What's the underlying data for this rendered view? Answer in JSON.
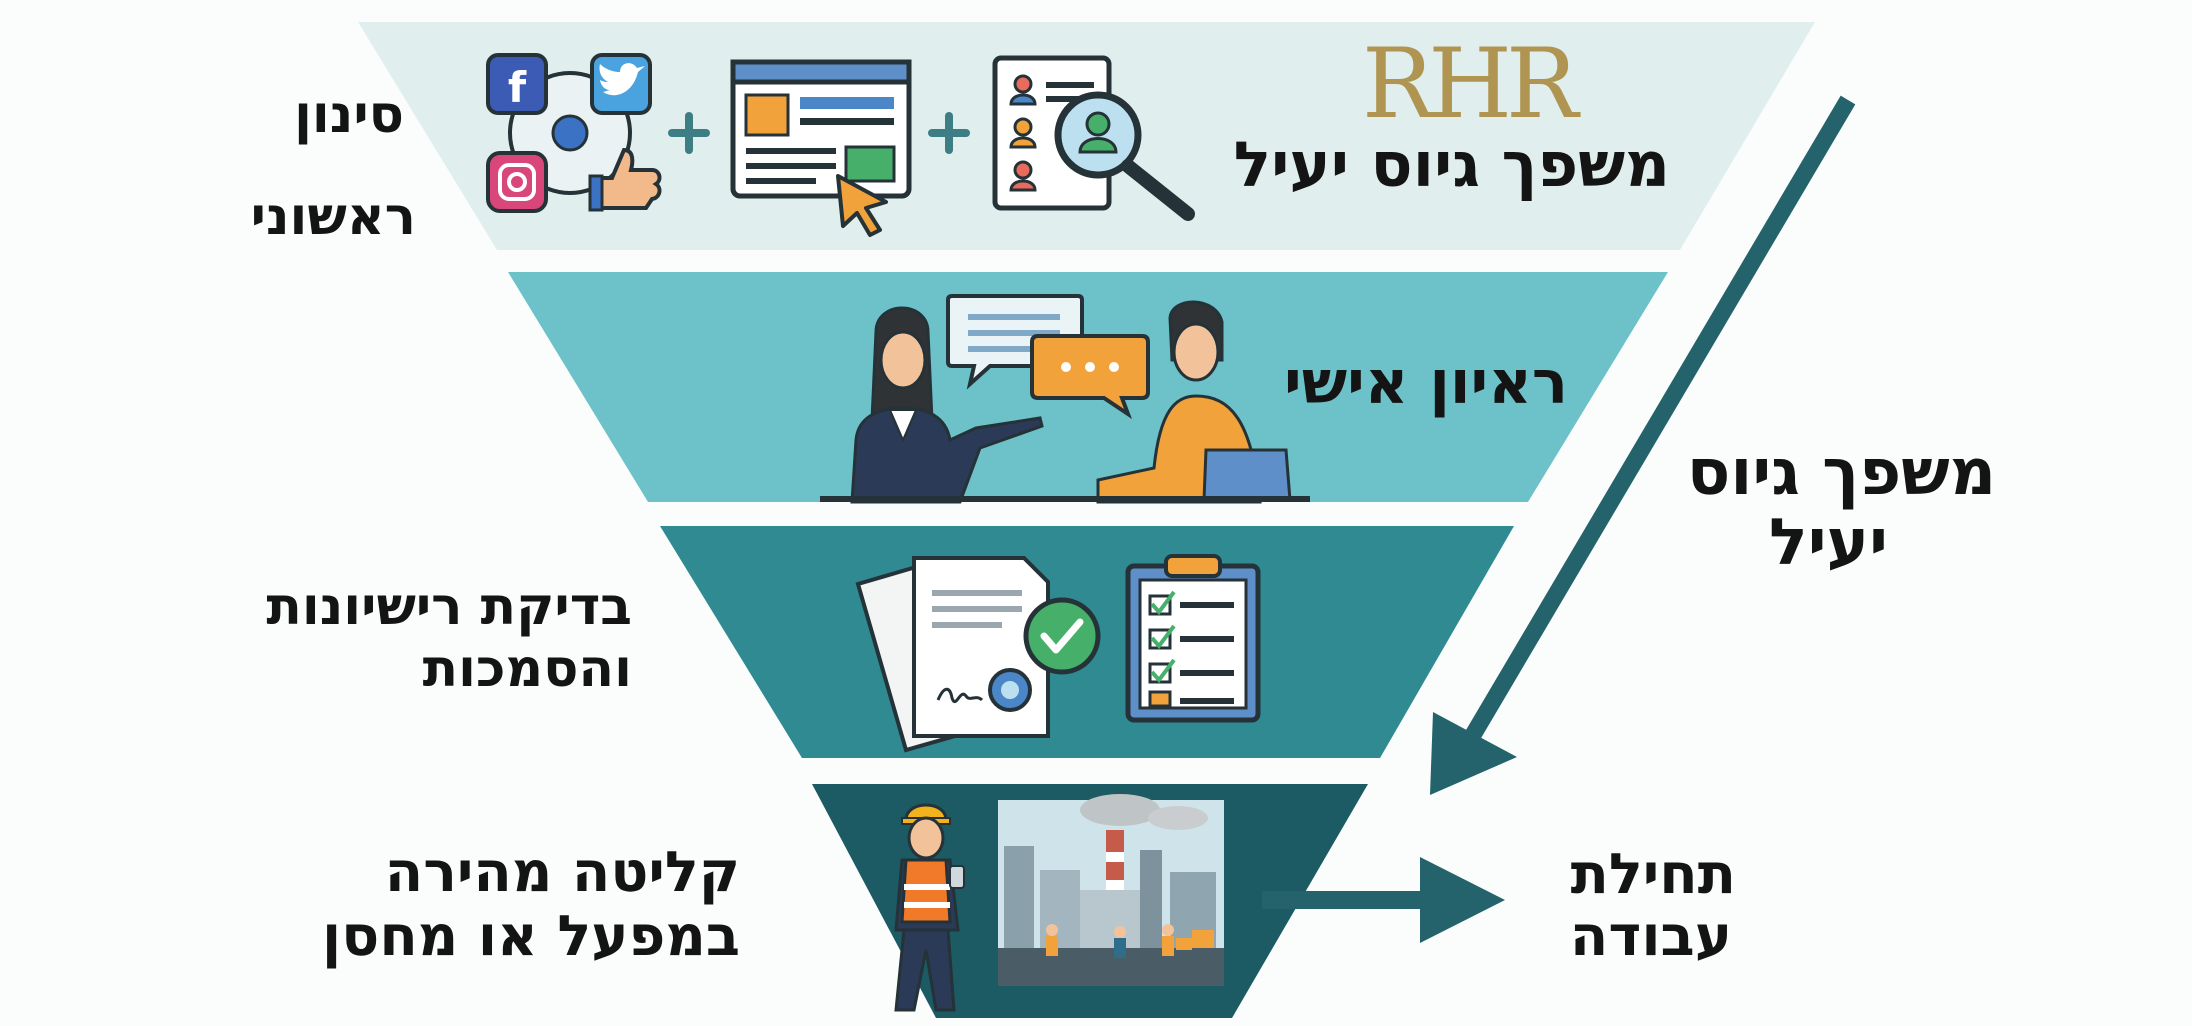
{
  "brand": {
    "logo_text": "RHR",
    "tagline": "משפך גיוס יעיל"
  },
  "funnel": {
    "stages": [
      {
        "label_line1": "סינון",
        "label_line2": "ראשוני"
      },
      {
        "label": "ראיון אישי"
      },
      {
        "label_line1": "בדיקת רישיונות",
        "label_line2": "והסמכות"
      },
      {
        "label_line1": "קליטה מהירה",
        "label_line2": "במפעל או מחסן"
      }
    ]
  },
  "side_arrow": {
    "label_line1": "משפך גיוס",
    "label_line2": "יעיל"
  },
  "outcome": {
    "label_line1": "תחילת",
    "label_line2": "עבודה"
  },
  "icons": {
    "social": "social-media-cluster-icon",
    "web": "web-page-click-icon",
    "candidates": "candidate-search-icon",
    "interview": "interview-scene-icon",
    "documents": "certified-documents-icon",
    "checklist": "clipboard-checklist-icon",
    "factory": "factory-worker-icon"
  },
  "colors": {
    "stage1": "#e0efed",
    "stage2": "#6cc2c8",
    "stage3": "#2f8a92",
    "stage4": "#1c5b64",
    "arrow": "#24636b",
    "brand_gold": "#b09451"
  }
}
